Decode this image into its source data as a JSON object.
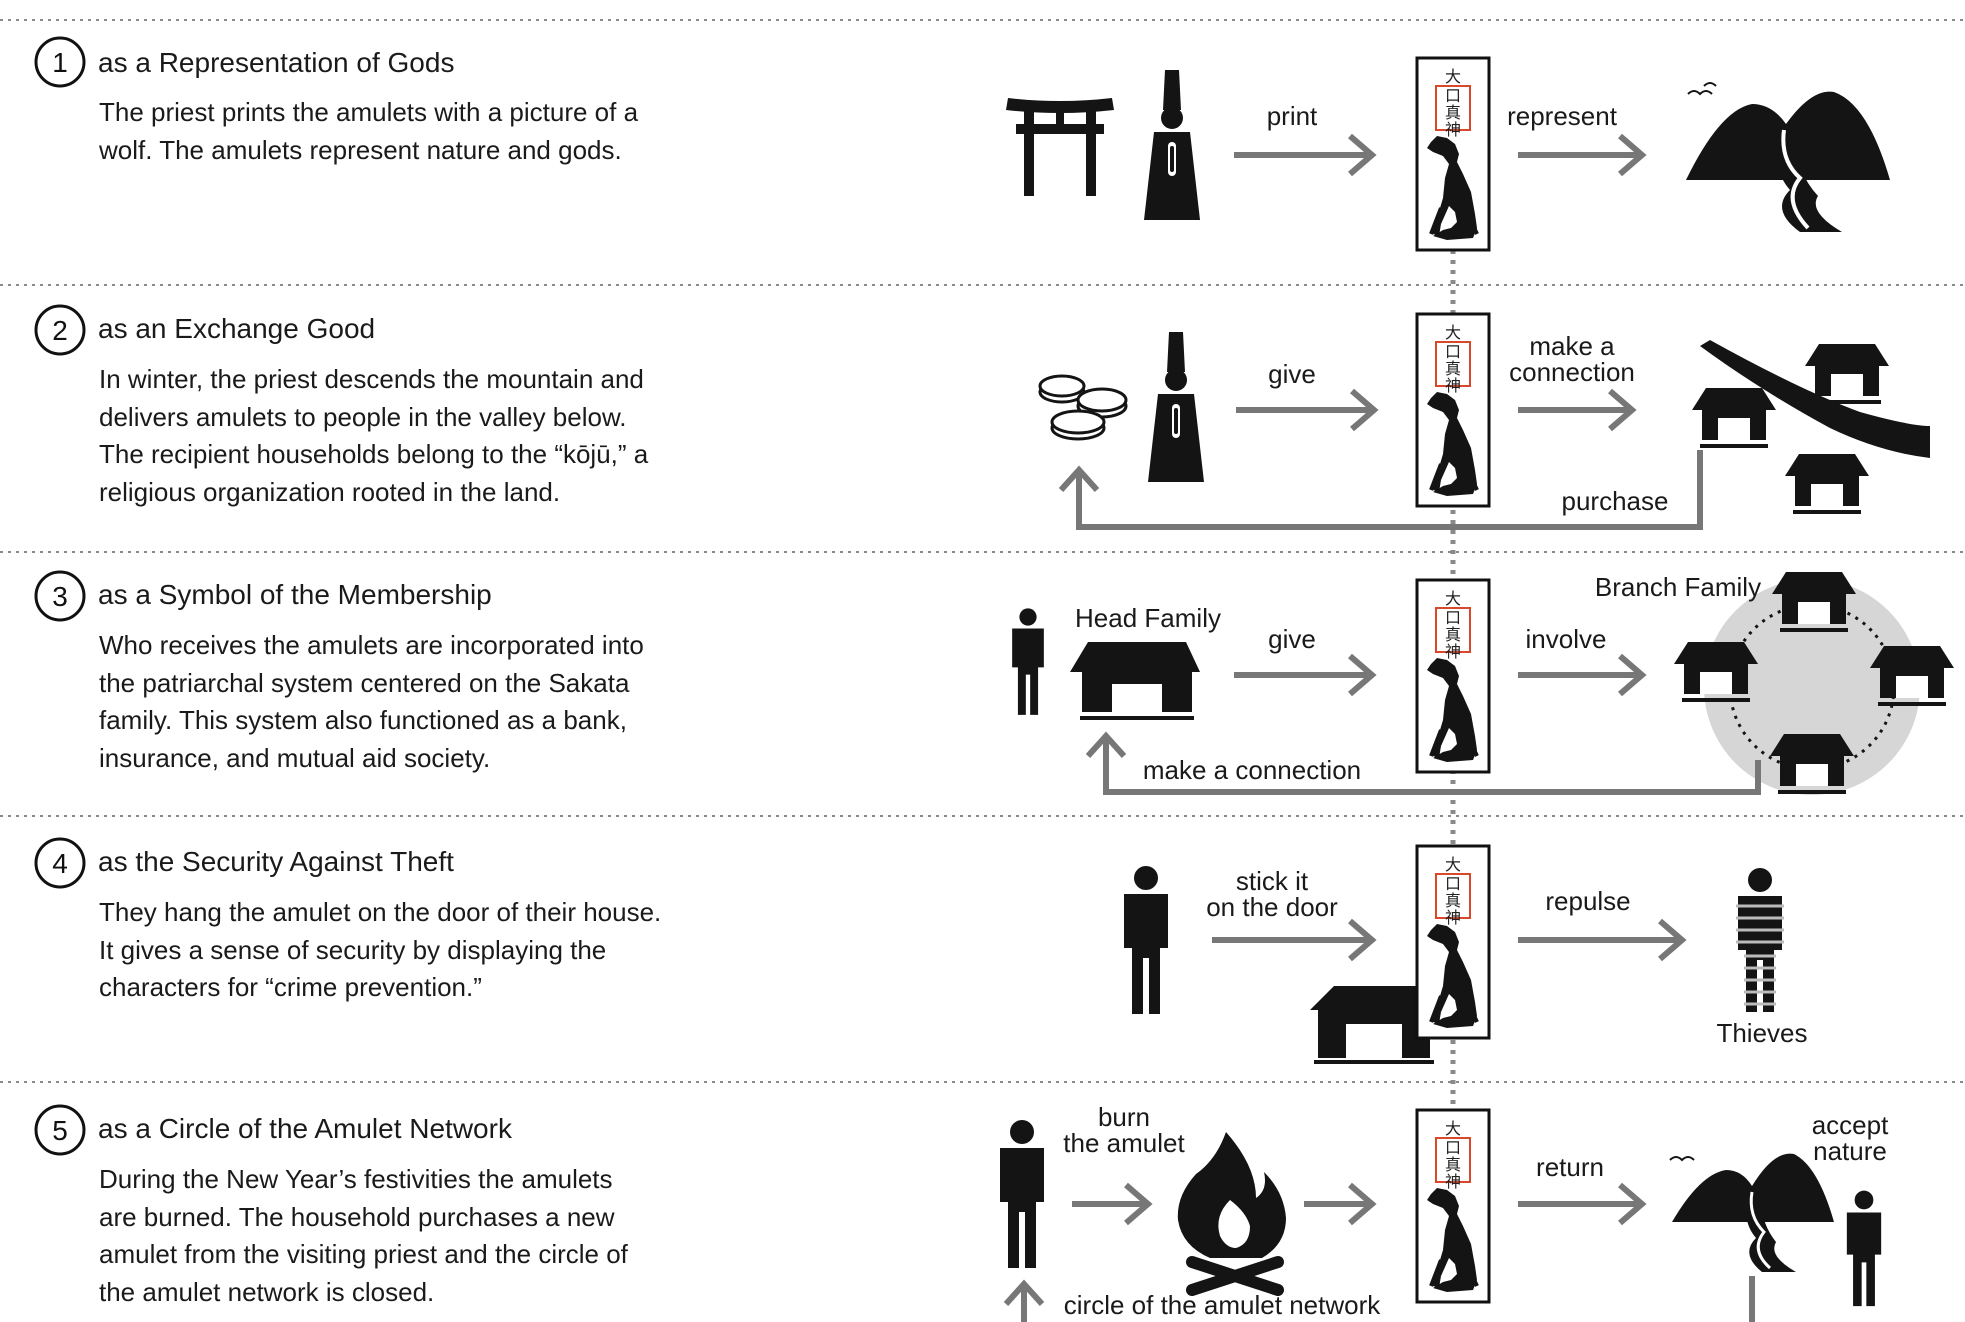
{
  "sections": [
    {
      "number": "1",
      "title": "as a Representation of Gods",
      "body": [
        "The priest prints the amulets with a picture of a",
        "wolf. The amulets represent nature and gods."
      ],
      "labels": {
        "print": "print",
        "represent": "represent"
      }
    },
    {
      "number": "2",
      "title": "as an Exchange Good",
      "body": [
        "In winter, the priest descends the mountain and",
        "delivers amulets to people in the valley below.",
        "The recipient households belong to the “kōjū,” a",
        "religious organization rooted in the land."
      ],
      "labels": {
        "give": "give",
        "connect_1": "make a",
        "connect_2": "connection",
        "purchase": "purchase"
      }
    },
    {
      "number": "3",
      "title": "as a Symbol of the Membership",
      "body": [
        "Who receives the amulets are incorporated into",
        "the patriarchal system centered on the Sakata",
        "family. This system also functioned as a bank,",
        "insurance, and mutual aid society."
      ],
      "labels": {
        "head_family": "Head Family",
        "give": "give",
        "involve": "involve",
        "branch_family": "Branch Family",
        "connection": "make a connection"
      }
    },
    {
      "number": "4",
      "title": "as the Security Against Theft",
      "body": [
        "They hang the amulet on the door of their house.",
        "It gives a sense of security by displaying the",
        "characters for “crime prevention.”"
      ],
      "labels": {
        "stick_1": "stick it",
        "stick_2": "on the door",
        "repulse": "repulse",
        "thieves": "Thieves"
      }
    },
    {
      "number": "5",
      "title": "as a Circle of the Amulet Network",
      "body": [
        "During the New Year’s festivities the amulets",
        "are burned. The household purchases a new",
        "amulet from the visiting priest and the circle of",
        "the amulet network is closed."
      ],
      "labels": {
        "burn_1": "burn",
        "burn_2": "the amulet",
        "return": "return",
        "accept_1": "accept",
        "accept_2": "nature",
        "circle": "circle of the amulet network"
      }
    }
  ],
  "amulet": {
    "characters": [
      "大",
      "口",
      "真",
      "神"
    ]
  },
  "colors": {
    "ink": "#1a1a1a",
    "arrow": "#777777",
    "seal": "#d9482b",
    "circle_fill": "#d6d6d6",
    "divider": "#8a8a8a"
  }
}
